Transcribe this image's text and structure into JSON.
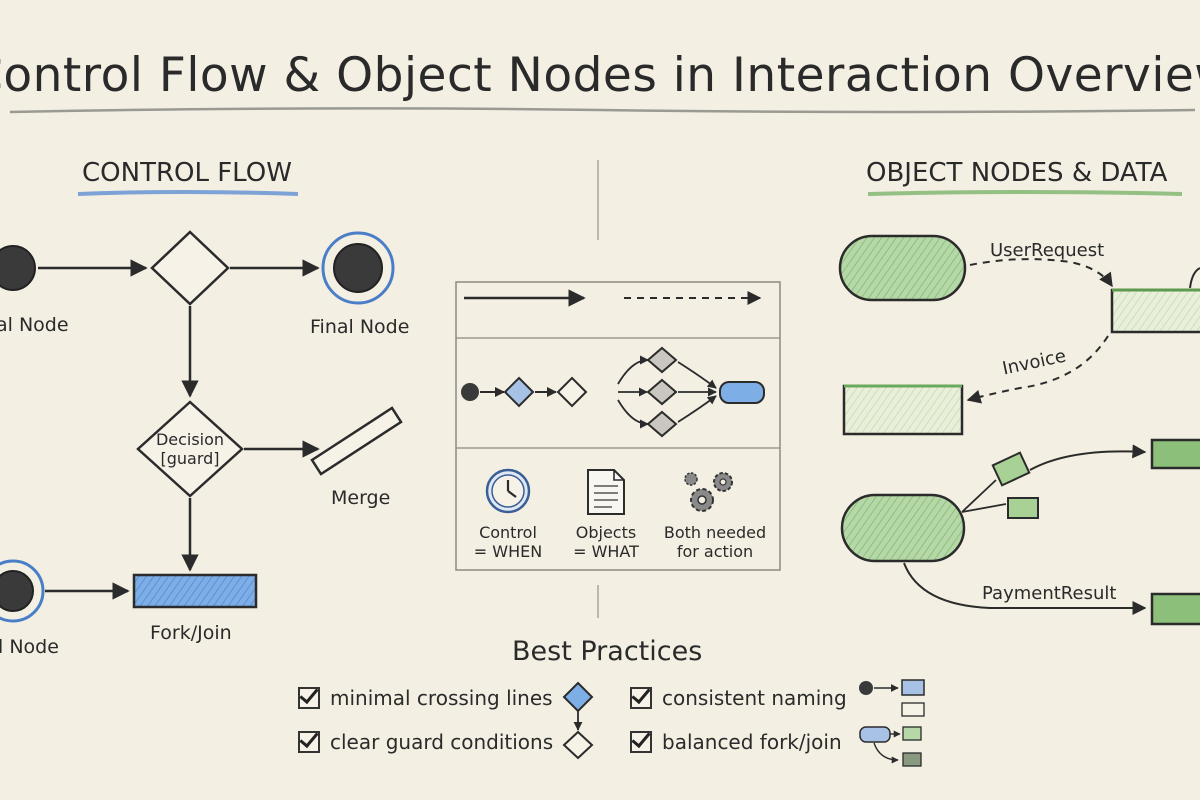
{
  "title": "Control Flow & Object Nodes in Interaction Overview",
  "control_flow": {
    "heading": "CONTROL FLOW",
    "initial_node_top_label": "al Node",
    "final_node_label": "Final Node",
    "decision_label_line1": "Decision",
    "decision_label_line2": "[guard]",
    "merge_label": "Merge",
    "initial_node_bottom_label": "l Node",
    "fork_join_label": "Fork/Join"
  },
  "object_nodes": {
    "heading": "OBJECT NODES & DATA",
    "flow_user_request": "UserRequest",
    "flow_invoice": "Invoice",
    "flow_payment_result": "PaymentResult"
  },
  "legend": {
    "control_line1": "Control",
    "control_line2": "= WHEN",
    "objects_line1": "Objects",
    "objects_line2": "= WHAT",
    "both_line1": "Both needed",
    "both_line2": "for action",
    "icons": [
      "clock-icon",
      "document-icon",
      "gears-icon"
    ]
  },
  "best_practices": {
    "title": "Best Practices",
    "items": [
      "minimal crossing lines",
      "clear guard conditions",
      "consistent naming",
      "balanced fork/join"
    ]
  },
  "colors": {
    "background": "#f3efe3",
    "control_accent": "#4a7fc8",
    "object_accent": "#6aa85e",
    "ink": "#2b2b2b"
  }
}
